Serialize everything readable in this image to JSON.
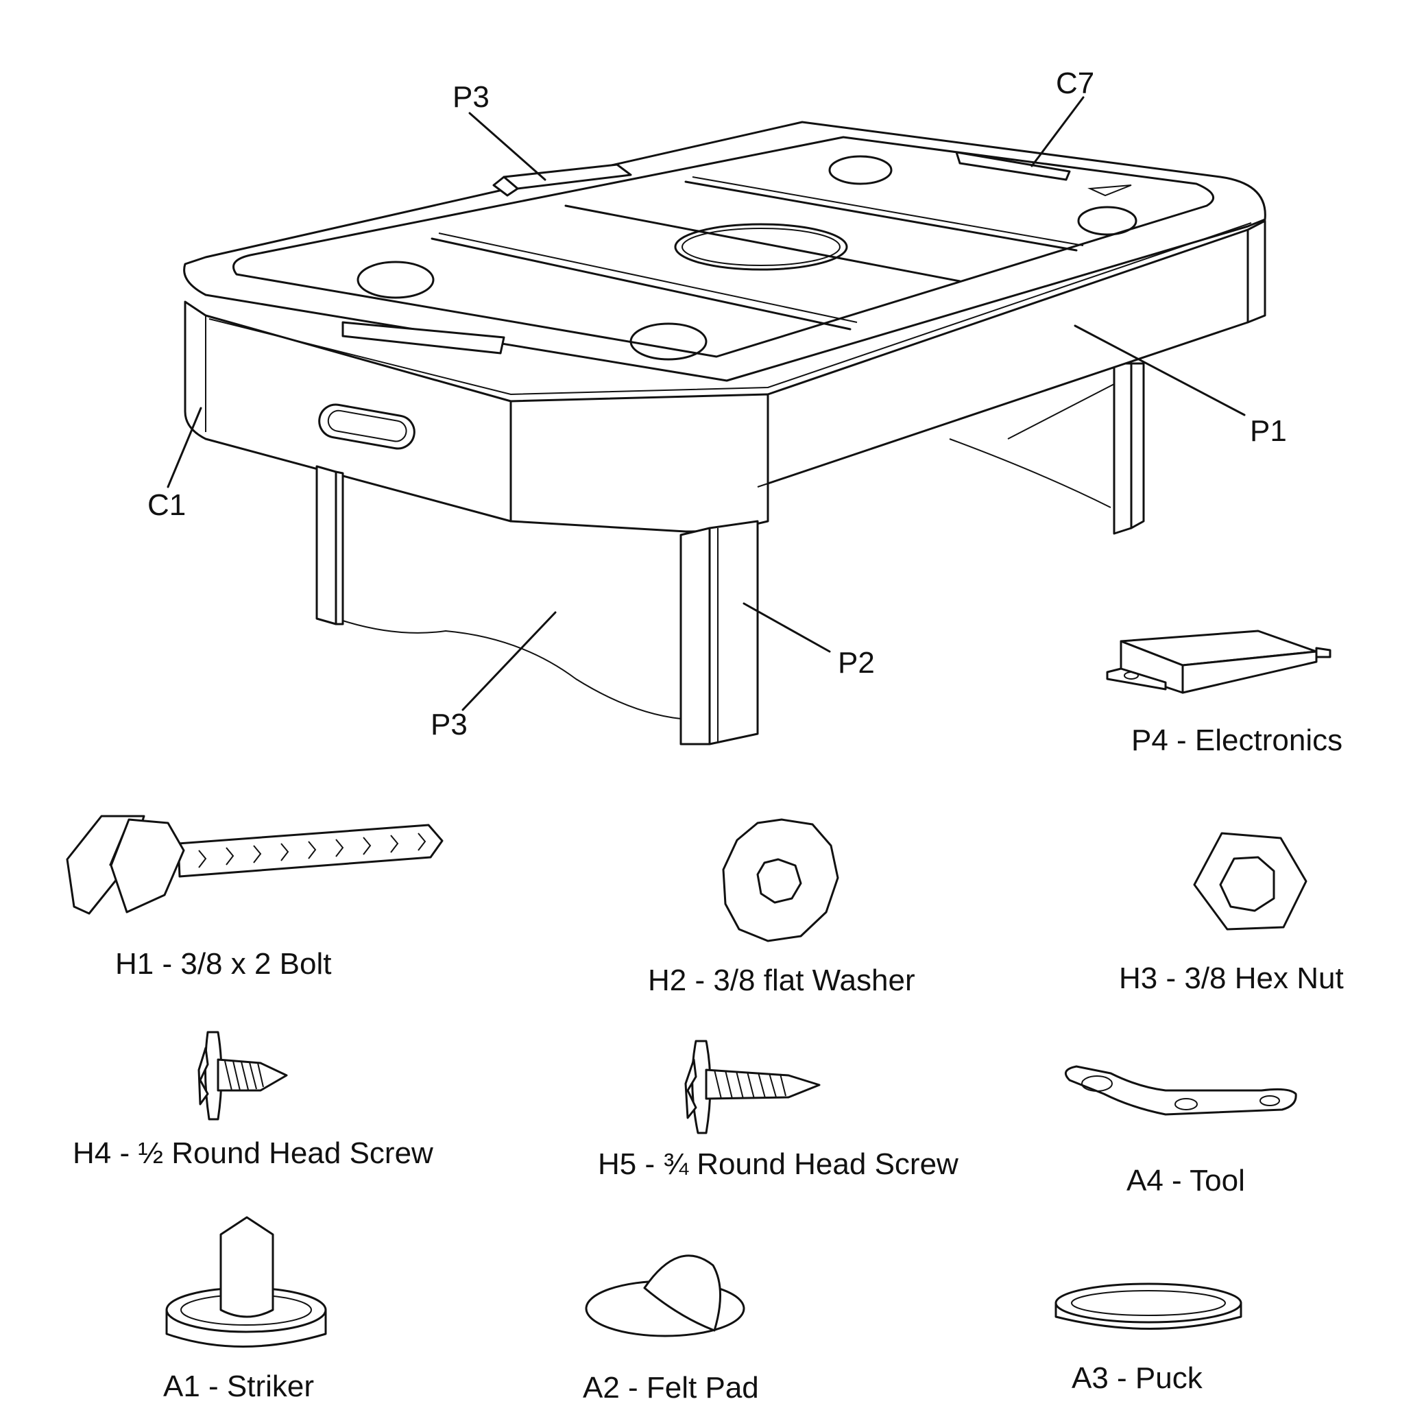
{
  "table_callouts": {
    "p3_top": "P3",
    "c7": "C7",
    "p1": "P1",
    "c1": "C1",
    "p2": "P2",
    "p3_bottom": "P3"
  },
  "parts": [
    {
      "label": "P4 - Electronics",
      "icon": "electronics-module-icon"
    },
    {
      "label": "H1 - 3/8 x 2 Bolt",
      "icon": "hex-bolt-icon"
    },
    {
      "label": "H2 - 3/8 flat Washer",
      "icon": "flat-washer-icon"
    },
    {
      "label": "H3 - 3/8 Hex Nut",
      "icon": "hex-nut-icon"
    },
    {
      "label": "H4 - ½ Round Head Screw",
      "icon": "round-head-screw-icon"
    },
    {
      "label": "H5 - ¾ Round Head Screw",
      "icon": "round-head-screw-icon"
    },
    {
      "label": "A4 - Tool",
      "icon": "wrench-tool-icon"
    },
    {
      "label": "A1 - Striker",
      "icon": "striker-icon"
    },
    {
      "label": "A2 - Felt Pad",
      "icon": "felt-pad-icon"
    },
    {
      "label": "A3 - Puck",
      "icon": "puck-icon"
    }
  ]
}
